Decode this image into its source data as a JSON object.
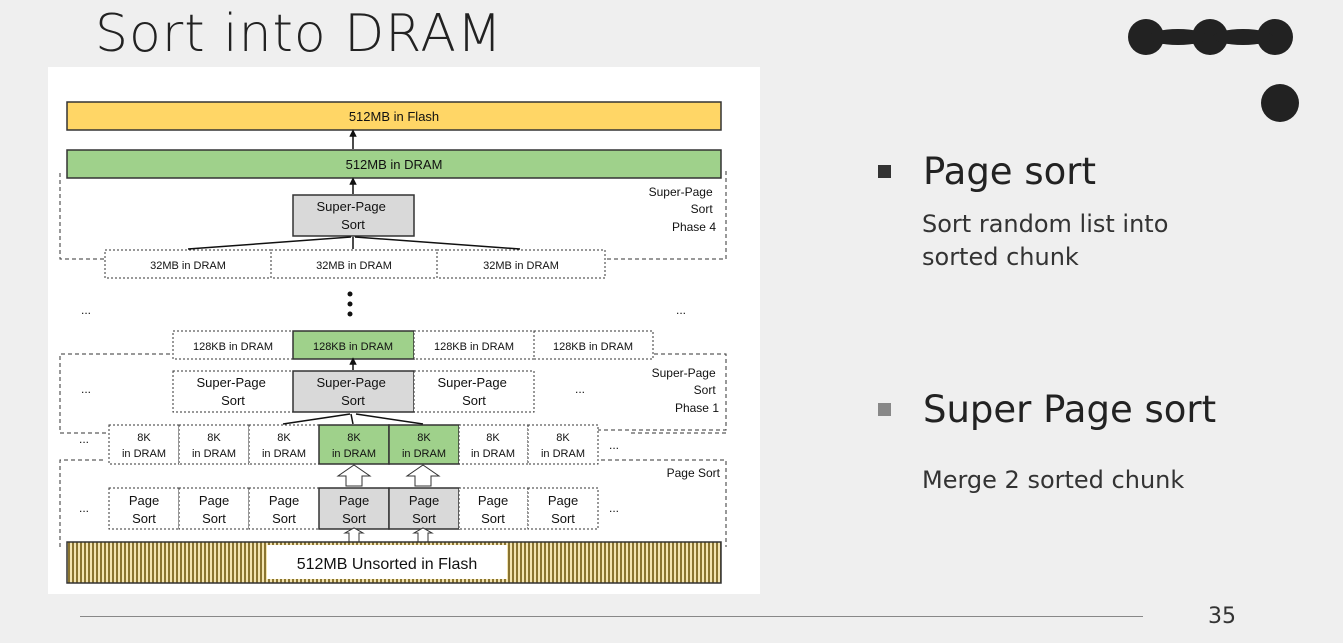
{
  "slide": {
    "title": "Sort into DRAM",
    "page_number": "35"
  },
  "bullets": [
    {
      "heading": "Page sort",
      "description": "Sort random list into sorted chunk",
      "marker_color": "#333333"
    },
    {
      "heading": "Super Page sort",
      "description": "Merge 2 sorted chunk",
      "marker_color": "#888888"
    }
  ],
  "diagram": {
    "flash_top": "512MB in Flash",
    "dram_top": "512MB in DRAM",
    "super_sort_top": [
      "Super-Page",
      "Sort"
    ],
    "phase4_label": [
      "Super-Page",
      "Sort",
      "Phase 4"
    ],
    "mb32": [
      "32MB in DRAM",
      "32MB in DRAM",
      "32MB in DRAM"
    ],
    "ellipsis": "...",
    "kb128": [
      "128KB in DRAM",
      "128KB in DRAM",
      "128KB in DRAM",
      "128KB in DRAM"
    ],
    "super_sorts_mid": [
      [
        "Super-Page",
        "Sort"
      ],
      [
        "Super-Page",
        "Sort"
      ],
      [
        "Super-Page",
        "Sort"
      ]
    ],
    "phase1_label": [
      "Super-Page",
      "Sort",
      "Phase 1"
    ],
    "k8": [
      [
        "8K",
        "in DRAM"
      ],
      [
        "8K",
        "in DRAM"
      ],
      [
        "8K",
        "in DRAM"
      ],
      [
        "8K",
        "in DRAM"
      ],
      [
        "8K",
        "in DRAM"
      ],
      [
        "8K",
        "in DRAM"
      ],
      [
        "8K",
        "in DRAM"
      ]
    ],
    "page_sort_label": "Page Sort",
    "page_sorts": [
      [
        "Page",
        "Sort"
      ],
      [
        "Page",
        "Sort"
      ],
      [
        "Page",
        "Sort"
      ],
      [
        "Page",
        "Sort"
      ],
      [
        "Page",
        "Sort"
      ],
      [
        "Page",
        "Sort"
      ],
      [
        "Page",
        "Sort"
      ]
    ],
    "unsorted_flash": "512MB Unsorted in Flash",
    "colors": {
      "flash": "#ffd666",
      "dram": "#9fd18b",
      "sort_box": "#d9d9d9",
      "stripe": "#b8a050"
    }
  }
}
